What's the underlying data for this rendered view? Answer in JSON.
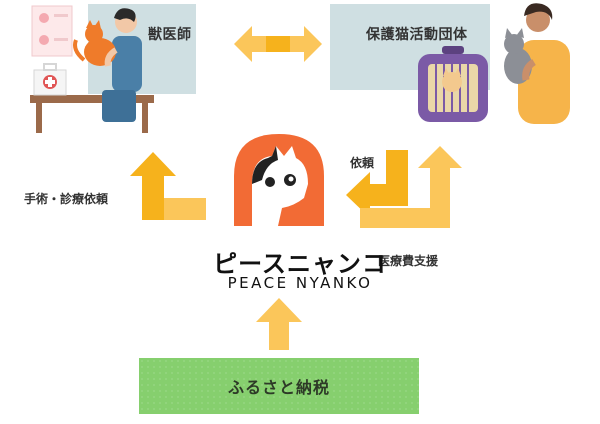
{
  "nodes": {
    "vet": "獣医師",
    "shelter": "保護猫活動団体",
    "tax": "ふるさと納税"
  },
  "brand": {
    "name_jp": "ピースニャンコ",
    "name_en": "PEACE NYANKO"
  },
  "flows": {
    "left": "手術・診療依頼",
    "request": "依頼",
    "support": "医療費支援"
  },
  "colors": {
    "arrow_light": "#fbc65a",
    "arrow_dark": "#f6b21c",
    "panel": "#cfdfe2",
    "logo": "#f26b35",
    "tax_box": "#86cf6e"
  }
}
